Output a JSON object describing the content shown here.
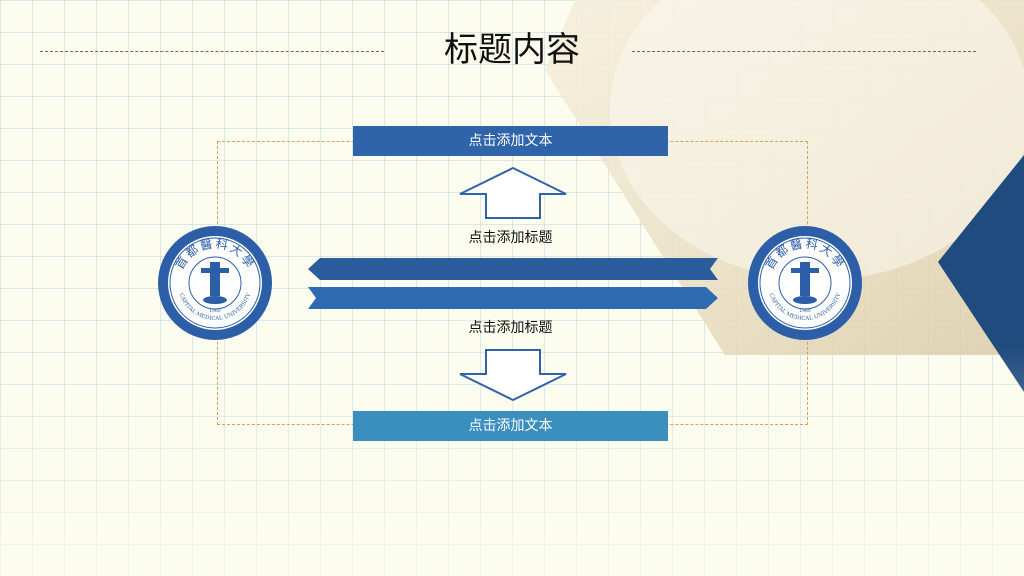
{
  "slide": {
    "title": "标题内容",
    "top_box_text": "点击添加文本",
    "label_upper": "点击添加标题",
    "label_lower": "点击添加标题",
    "bottom_box_text": "点击添加文本"
  },
  "seal": {
    "chinese_name": "首都醫科大學",
    "english_name": "CAPITAL MEDICAL UNIVERSITY",
    "year": "1960"
  },
  "colors": {
    "primary_blue": "#2f63aa",
    "dark_blue": "#2b5d9c",
    "light_blue": "#3a8fbf",
    "frame_gold": "#d0a650",
    "navy_corner": "#1f4b7e",
    "beige_shape": "#e8dcc0"
  }
}
